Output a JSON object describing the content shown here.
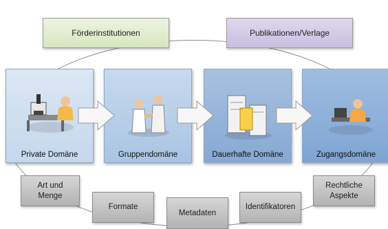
{
  "top": {
    "left_label": "Förderinstitutionen",
    "right_label": "Publikationen/Verlage"
  },
  "domains": [
    {
      "label": "Private Domäne",
      "icon": "researcher-microscope-icon"
    },
    {
      "label": "Gruppendomäne",
      "icon": "handshake-people-icon"
    },
    {
      "label": "Dauerhafte Domäne",
      "icon": "server-storage-icon"
    },
    {
      "label": "Zugangsdomäne",
      "icon": "user-at-computer-icon"
    }
  ],
  "bottom": [
    {
      "label": "Art und\nMenge"
    },
    {
      "label": "Formate"
    },
    {
      "label": "Metadaten"
    },
    {
      "label": "Identifikatoren"
    },
    {
      "label": "Rechtliche\nAspekte"
    }
  ],
  "colors": {
    "green_box": "#d6e6bf",
    "purple_box": "#c8bfe0",
    "domain_light": "#c4d7ec",
    "domain_dark": "#7fa4d3",
    "grey_box": "#b3b3b3"
  }
}
